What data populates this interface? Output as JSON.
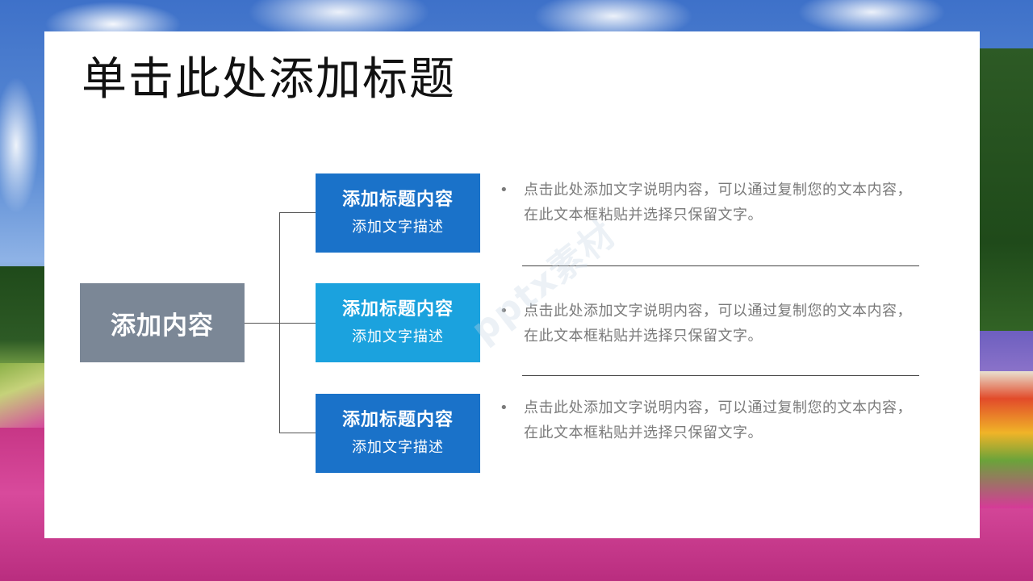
{
  "slide": {
    "title": "单击此处添加标题",
    "main_box": "添加内容",
    "watermark": "pptx素材"
  },
  "branches": [
    {
      "title": "添加标题内容",
      "desc": "添加文字描述",
      "color": "#1a72c9"
    },
    {
      "title": "添加标题内容",
      "desc": "添加文字描述",
      "color": "#1ba2de"
    },
    {
      "title": "添加标题内容",
      "desc": "添加文字描述",
      "color": "#1a72c9"
    }
  ],
  "descriptions": [
    {
      "bullet": "•",
      "text": "点击此处添加文字说明内容，可以通过复制您的文本内容，在此文本框粘贴并选择只保留文字。"
    },
    {
      "bullet": "•",
      "text": "点击此处添加文字说明内容，可以通过复制您的文本内容，在此文本框粘贴并选择只保留文字。"
    },
    {
      "bullet": "•",
      "text": "点击此处添加文字说明内容，可以通过复制您的文本内容，在此文本框粘贴并选择只保留文字。"
    }
  ],
  "colors": {
    "main_box": "#7b8796",
    "text_gray": "#7a7a7a",
    "card": "#ffffff"
  }
}
